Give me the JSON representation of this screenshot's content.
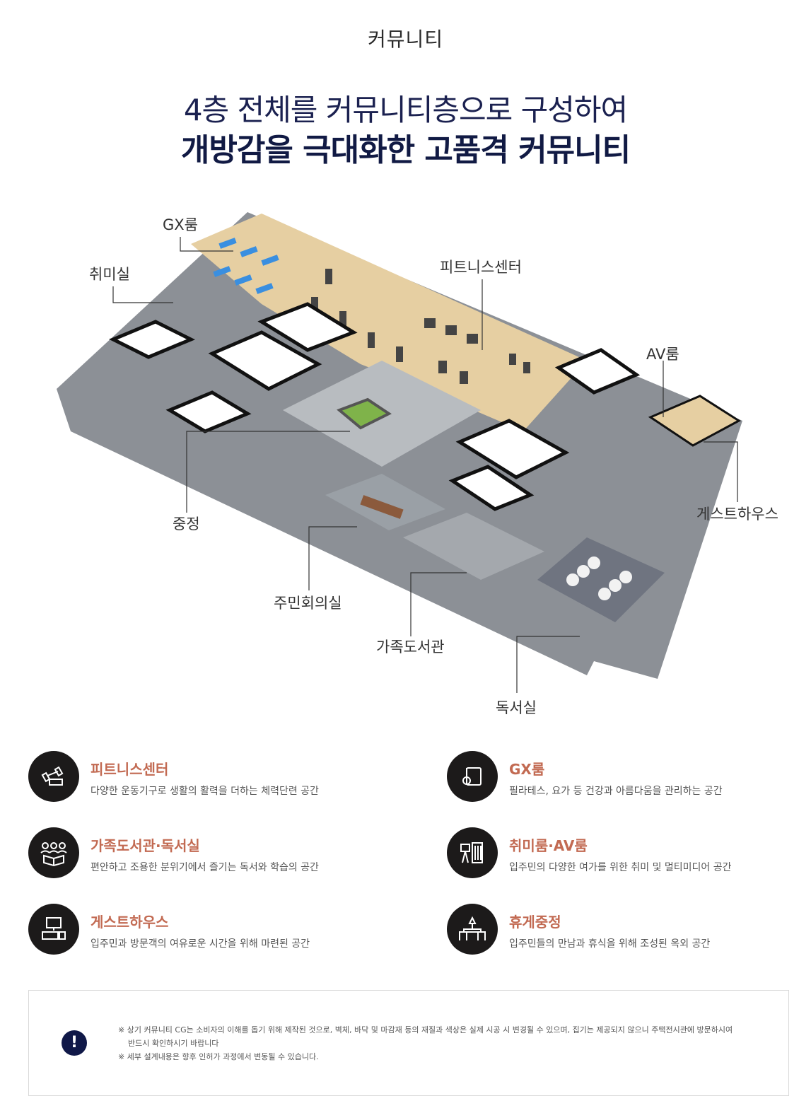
{
  "header": {
    "title": "커뮤니티",
    "headline_line1": "4층 전체를 커뮤니티층으로 구성하여",
    "headline_line2": "개방감을 극대화한 고품격 커뮤니티"
  },
  "floorplan_labels": {
    "gx": "GX룸",
    "hobby": "취미실",
    "fitness": "피트니스센터",
    "av": "AV룸",
    "guesthouse": "게스트하우스",
    "courtyard": "중정",
    "meeting": "주민회의실",
    "library": "가족도서관",
    "reading": "독서실"
  },
  "features": [
    {
      "icon": "fitness-icon",
      "title": "피트니스센터",
      "desc": "다양한 운동기구로 생활의 활력을 더하는 체력단련 공간"
    },
    {
      "icon": "gx-icon",
      "title": "GX룸",
      "desc": "필라테스, 요가 등 건강과 아름다움을 관리하는 공간"
    },
    {
      "icon": "library-icon",
      "title": "가족도서관·독서실",
      "desc": "편안하고 조용한 분위기에서 즐기는 독서와 학습의 공간"
    },
    {
      "icon": "hobby-icon",
      "title": "취미룸·AV룸",
      "desc": "입주민의 다양한 여가를 위한 취미 및 멀티미디어 공간"
    },
    {
      "icon": "guesthouse-icon",
      "title": "게스트하우스",
      "desc": "입주민과 방문객의 여유로운 시간을 위해 마련된 공간"
    },
    {
      "icon": "courtyard-icon",
      "title": "휴게중정",
      "desc": "입주민들의 만남과 휴식을 위해 조성된 옥외 공간"
    }
  ],
  "notice": {
    "icon_glyph": "!",
    "line1": "※ 상기 커뮤니티 CG는 소비자의 이해를 돕기 위해 제작된 것으로, 벽체, 바닥 및 마감재 등의 재질과 색상은 실제 시공 시 변경될 수 있으며, 집기는 제공되지 않으니 주택전시관에 방문하시여",
    "line2": "반드시 확인하시기 바랍니다",
    "line3": "※ 세부 설계내용은 향후 인허가 과정에서 변동될 수 있습니다."
  },
  "colors": {
    "headline": "#111a44",
    "feature_title": "#c26a52",
    "icon_bg": "#1c1a1a",
    "notice_icon": "#101848"
  }
}
